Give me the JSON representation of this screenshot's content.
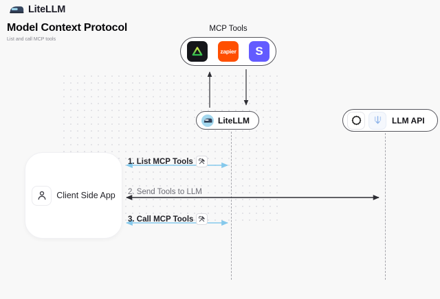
{
  "header": {
    "app_name": "LiteLLM",
    "title": "Model Context Protocol",
    "subtitle": "List and call MCP tools"
  },
  "mcp": {
    "label": "MCP Tools",
    "tools": [
      {
        "name": "triangle-tool"
      },
      {
        "name": "zapier",
        "wordmark": "zapier"
      },
      {
        "name": "stripe",
        "letter": "S"
      }
    ]
  },
  "nodes": {
    "litellm": {
      "label": "LiteLLM"
    },
    "llm_api": {
      "label": "LLM API"
    },
    "client": {
      "label": "Client Side App"
    }
  },
  "sequence": {
    "steps": [
      {
        "label": "1. List MCP Tools",
        "icon": "tools-icon",
        "arrow_color": "#85C9EC",
        "from": "client",
        "to": "litellm"
      },
      {
        "label": "2. Send Tools to LLM",
        "icon": null,
        "arrow_color": "#2E2E34",
        "from": "client",
        "to": "llm_api"
      },
      {
        "label": "3. Call MCP Tools",
        "icon": "tools-icon",
        "arrow_color": "#85C9EC",
        "from": "client",
        "to": "litellm"
      }
    ]
  },
  "colors": {
    "background": "#F8F8F8",
    "arrow_blue": "#85C9EC",
    "arrow_dark": "#2E2E34",
    "zapier_orange": "#FF4F00",
    "stripe_purple": "#635BFF",
    "triangle_green": "#2FBF4F",
    "node_border": "#55555C",
    "lifeline_gray": "#A5A5AC"
  }
}
